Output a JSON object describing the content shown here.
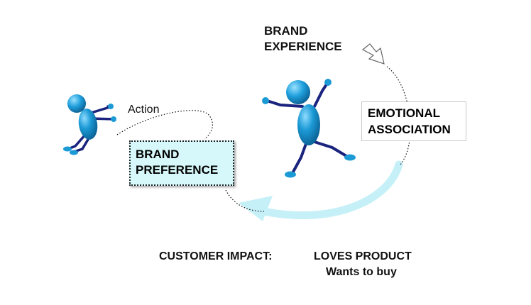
{
  "labels": {
    "brand_experience": [
      "BRAND",
      "EXPERIENCE"
    ],
    "action": "Action",
    "brand_preference": [
      "BRAND",
      "PREFERENCE"
    ],
    "emotional_association": [
      "EMOTIONAL",
      "ASSOCIATION"
    ],
    "customer_impact": "CUSTOMER IMPACT:",
    "loves_product": "LOVES PRODUCT",
    "wants_to_buy": "Wants to buy"
  },
  "colors": {
    "figure_body": "#1c9ad6",
    "figure_limbs": "#1a237e",
    "preference_fill": "#d6f8fb",
    "cycle_arrow": "#c6f0f7",
    "dotted_line": "#111111"
  },
  "icons": [
    "stick-figure-left",
    "stick-figure-right",
    "hollow-arrow-icon",
    "cycle-arrow-icon"
  ]
}
